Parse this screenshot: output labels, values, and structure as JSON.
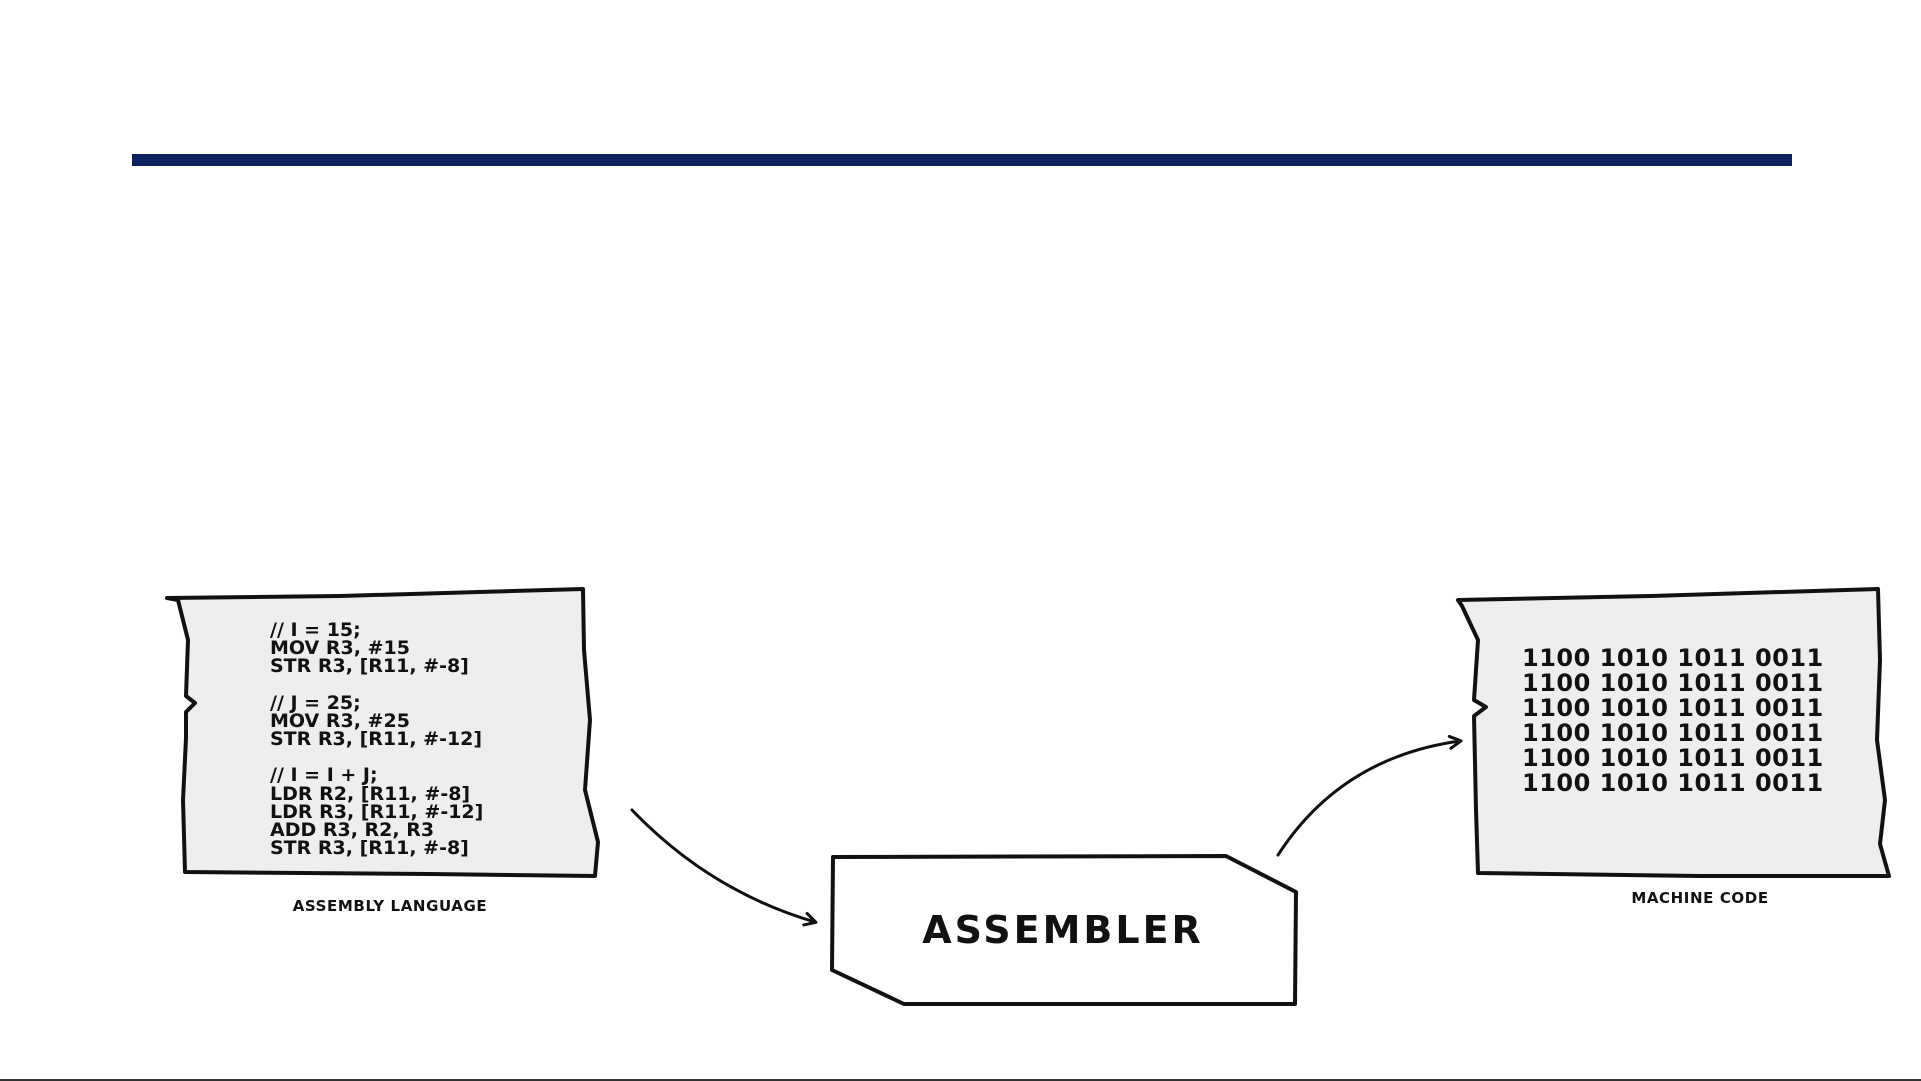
{
  "diagram": {
    "assembly_doc": {
      "lines": [
        "// I = 15;",
        "MOV R3, #15",
        "STR R3, [R11, #-8]",
        "",
        "// J = 25;",
        "MOV R3, #25",
        "STR R3, [R11, #-12]",
        "",
        "// I = I + J;",
        "LDR R2, [R11, #-8]",
        "LDR R3, [R11, #-12]",
        "ADD R3, R2, R3",
        "STR R3, [R11, #-8]"
      ],
      "caption": "ASSEMBLY LANGUAGE"
    },
    "assembler": {
      "label": "ASSEMBLER"
    },
    "machine_doc": {
      "lines": [
        "1100 1010 1011 0011",
        "1100 1010 1011 0011",
        "1100 1010 1011 0011",
        "1100 1010 1011 0011",
        "1100 1010 1011 0011",
        "1100 1010 1011 0011"
      ],
      "caption": "MACHINE CODE"
    },
    "colors": {
      "title_bar": "#0b2261",
      "paper": "#efeeec",
      "ink": "#111111"
    }
  }
}
